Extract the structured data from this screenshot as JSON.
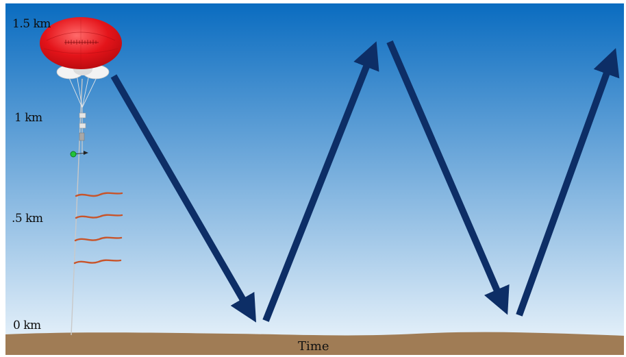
{
  "altitude_labels": {
    "top": "1.5 km",
    "upper": "1 km",
    "middle": ".5 km",
    "bottom": "0 km"
  },
  "x_axis_label": "Time",
  "colors": {
    "sky_top": "#0a6cc0",
    "sky_bottom": "#eef6fc",
    "ground": "#a07c55",
    "arrow": "#0d2e66",
    "balloon": "#e4141a",
    "balloon_fins": "#f3f3f3",
    "windsock": "#c8542a",
    "sensor_green": "#22c33a"
  },
  "icons": {
    "balloon": "kite-balloon-icon",
    "windsocks": "windsock-icon"
  },
  "profile_path": {
    "segments": [
      "descent",
      "ascent",
      "descent",
      "ascent"
    ]
  }
}
